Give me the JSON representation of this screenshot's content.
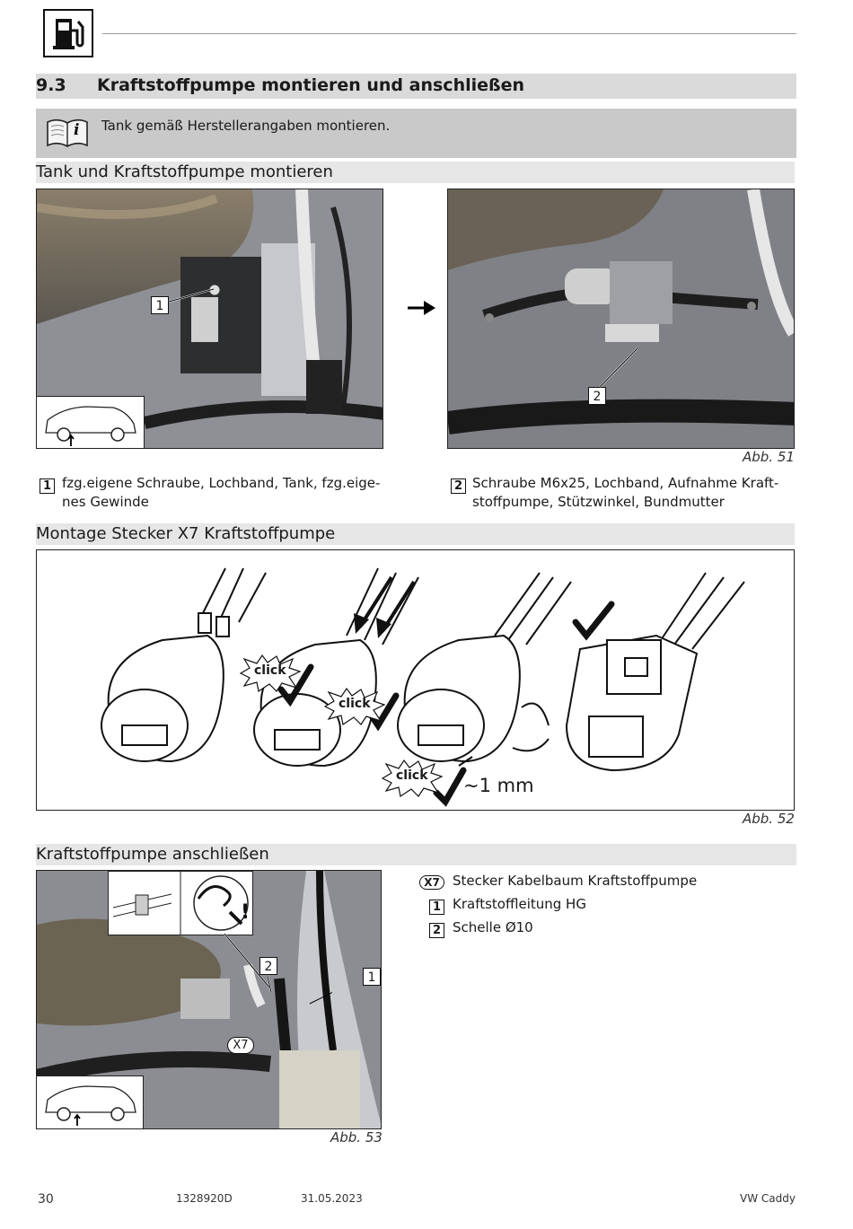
{
  "header": {
    "icon": "fuel-pump-icon"
  },
  "section": {
    "number": "9.3",
    "title": "Kraftstoffpumpe montieren und anschließen"
  },
  "note": {
    "icon": "book-info-icon",
    "text": "Tank gemäß Herstellerangaben montieren."
  },
  "fig51": {
    "title": "Tank und Kraftstoffpumpe montieren",
    "label": "Abb. 51",
    "callout1": "1",
    "callout2": "2",
    "legend": [
      {
        "num": "1",
        "line1": "fzg.eigene Schraube, Lochband, Tank, fzg.eige-",
        "line2": "nes Gewinde"
      },
      {
        "num": "2",
        "line1": "Schraube M6x25, Lochband, Aufnahme Kraft-",
        "line2": "stoffpumpe, Stützwinkel, Bundmutter"
      }
    ]
  },
  "fig52": {
    "title": "Montage Stecker X7 Kraftstoffpumpe",
    "label": "Abb. 52",
    "click1": "click",
    "click2": "click",
    "click3": "click",
    "gap": "~1 mm"
  },
  "fig53": {
    "title": "Kraftstoffpumpe anschließen",
    "label": "Abb. 53",
    "callout1": "1",
    "callout2": "2",
    "calloutX7": "X7",
    "legend": [
      {
        "num": "X7",
        "text": "Stecker Kabelbaum Kraftstoffpumpe"
      },
      {
        "num": "1",
        "text": "Kraftstoffleitung HG"
      },
      {
        "num": "2",
        "text": "Schelle Ø10"
      }
    ]
  },
  "footer": {
    "page": "30",
    "doc_id": "1328920D",
    "date": "31.05.2023",
    "vehicle": "VW Caddy"
  }
}
